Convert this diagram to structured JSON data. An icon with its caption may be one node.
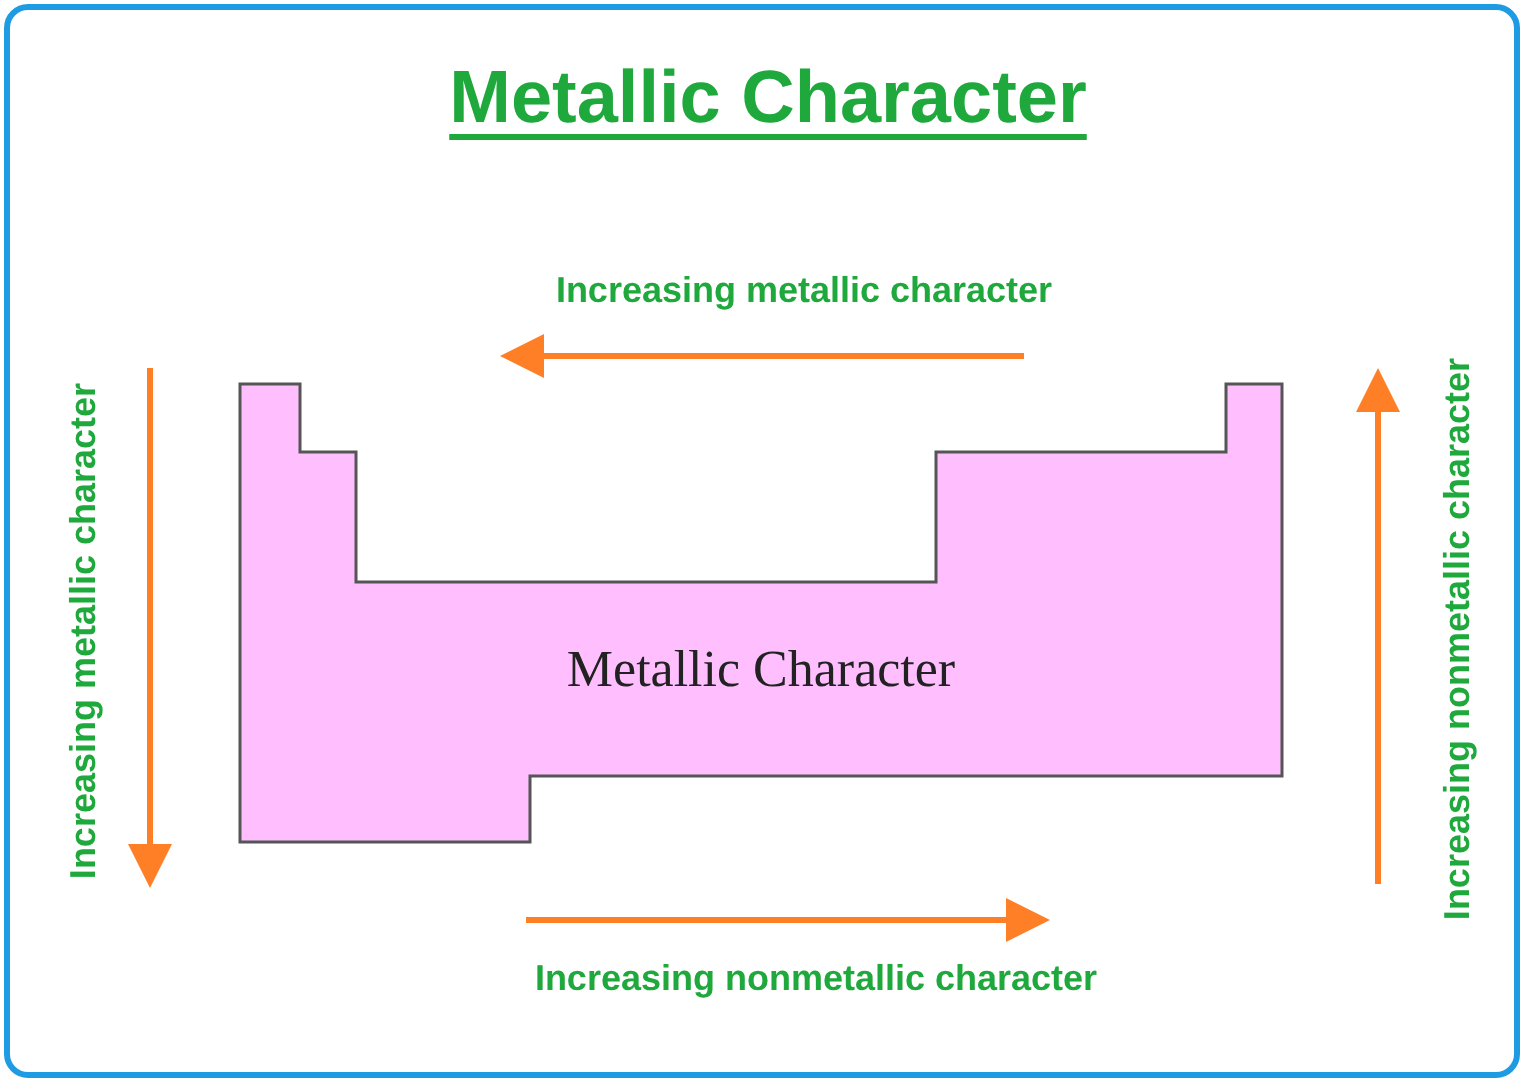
{
  "diagram": {
    "title": "Metallic Character",
    "nodes": [
      {
        "text": [
          "Metallic Character"
        ]
      }
    ],
    "labels": [
      "Increasing metallic character",
      "Increasing metallic character",
      "Increasing nonmetallic character",
      "Increasing nonmetallic character"
    ]
  }
}
